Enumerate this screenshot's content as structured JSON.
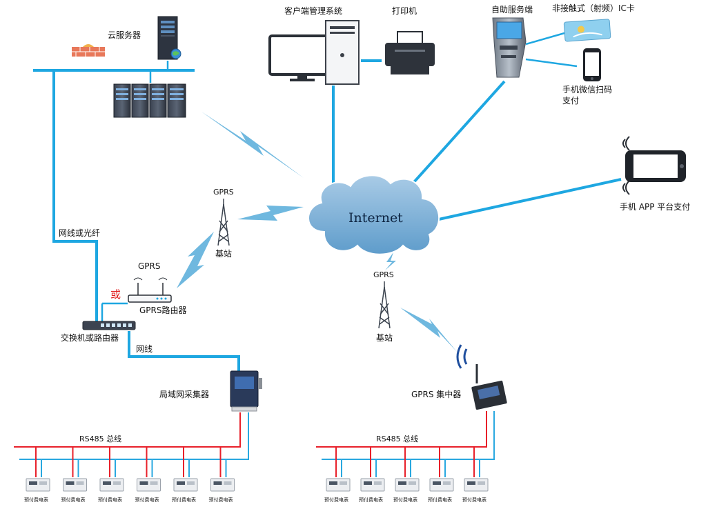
{
  "labels": {
    "cloud_server": "云服务器",
    "client_system": "客户端管理系统",
    "printer": "打印机",
    "self_service": "自助服务端",
    "ic_card": "非接触式（射频）IC卡",
    "wechat_pay": [
      "手机微信扫码",
      "支付"
    ],
    "app_pay": "手机 APP 平台支付",
    "internet": "Internet",
    "gprs_top": "GPRS",
    "base_station_top": "基站",
    "cable_fiber": "网线或光纤",
    "gprs_router_gprs": "GPRS",
    "or": "或",
    "gprs_router": "GPRS路由器",
    "switch_router": "交换机或路由器",
    "net_cable": "网线",
    "lan_collector": "局域网采集器",
    "gprs_bottom": "GPRS",
    "base_station_bottom": "基站",
    "gprs_concentrator": "GPRS 集中器",
    "rs485_left": "RS485 总线",
    "rs485_right": "RS485 总线"
  },
  "meters": {
    "label": "预付费电表",
    "left_count": 6,
    "right_count": 5
  },
  "colors": {
    "link": "#1ea7e1",
    "bus_red": "#e8202a",
    "bus_blue": "#29a8e0",
    "cloud": "#7fb3d8",
    "bolt": "#6fb8df"
  }
}
